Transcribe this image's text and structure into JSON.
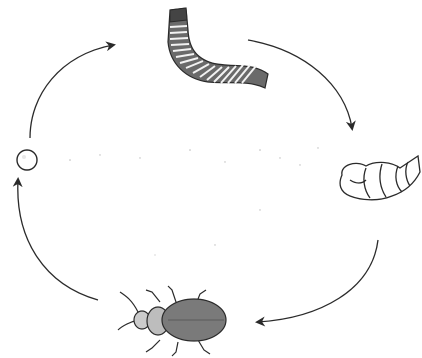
{
  "diagram": {
    "type": "cycle",
    "stages": [
      {
        "icon": "egg-icon"
      },
      {
        "icon": "larva-icon"
      },
      {
        "icon": "pupa-icon"
      },
      {
        "icon": "adult-beetle-icon"
      }
    ],
    "arrows": [
      "egg-to-larva",
      "larva-to-pupa",
      "pupa-to-adult",
      "adult-to-egg"
    ],
    "colors": {
      "ink": "#2a2a2a",
      "larva_dark": "#555555",
      "beetle_fill": "#7a7a7a",
      "background": "#ffffff"
    }
  }
}
